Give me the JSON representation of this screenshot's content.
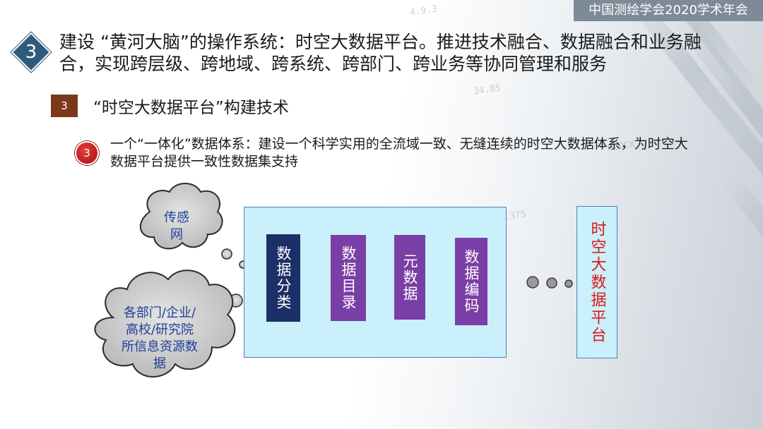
{
  "header": {
    "banner": "中国测绘学会2020学术年会"
  },
  "main_section": {
    "number": "3",
    "title": "建设 “黄河大脑”的操作系统：时空大数据平台。推进技术融合、数据融合和业务融合，实现跨层级、跨地域、跨系统、跨部门、跨业务等协同管理和服务"
  },
  "sub_section": {
    "number": "3",
    "title": "“时空大数据平台”构建技术"
  },
  "point": {
    "number": "3",
    "text": "一个“一体化”数据体系：建设一个科学实用的全流域一致、无缝连续的时空大数据体系，为时空大数据平台提供一致性数据集支持"
  },
  "diagram": {
    "sources": [
      {
        "label": "传感网"
      },
      {
        "label": "各部门/企业/高校/研究院所信息资源数据"
      }
    ],
    "steps": [
      {
        "label": "数据分类"
      },
      {
        "label": "数据目录"
      },
      {
        "label": "元数据"
      },
      {
        "label": "数据编码"
      }
    ],
    "target": {
      "label": "时空大数据平台"
    }
  },
  "colors": {
    "diamond": "#2e5b7c",
    "square_badge": "#7a3a1a",
    "circle_badge": "#c21a1a",
    "step_dark": "#1c2f66",
    "step_purple": "#7a3fa6",
    "box_fill": "#c9f0fb",
    "cloud_fill": "#c8c8c8",
    "cloud_text": "#1f3f9a",
    "target_text": "#e01515"
  }
}
